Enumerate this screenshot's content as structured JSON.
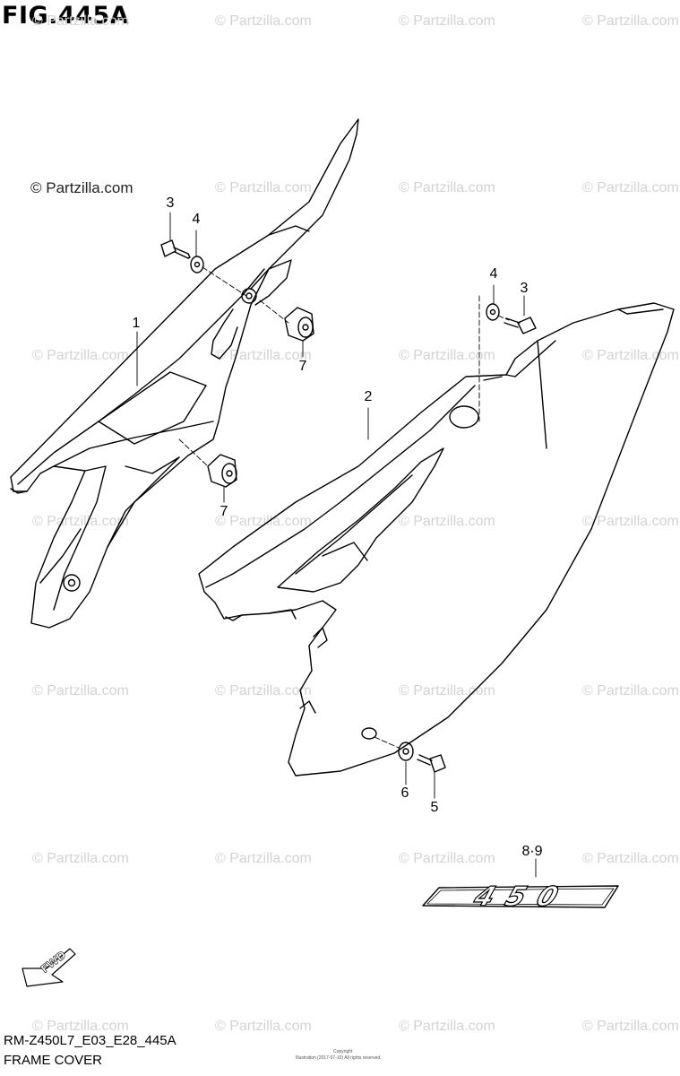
{
  "figure": {
    "title": "FIG.445A",
    "code": "RM-Z450L7_E03_E28_445A",
    "caption": "FRAME COVER"
  },
  "watermark": {
    "text": "© Partzilla.com"
  },
  "callouts": {
    "part_1": "1",
    "part_2": "2",
    "part_3_left": "3",
    "part_3_right": "3",
    "part_4_left": "4",
    "part_4_right": "4",
    "part_5": "5",
    "part_6": "6",
    "part_7_upper": "7",
    "part_7_lower": "7",
    "part_8_9": "8·9"
  },
  "decal": {
    "text": "450"
  },
  "fwd_arrow": {
    "label": "FWD"
  },
  "copyright_note": {
    "line1": "Copyright",
    "line2": "Illustration (2017-07-10) All rights reserved."
  }
}
